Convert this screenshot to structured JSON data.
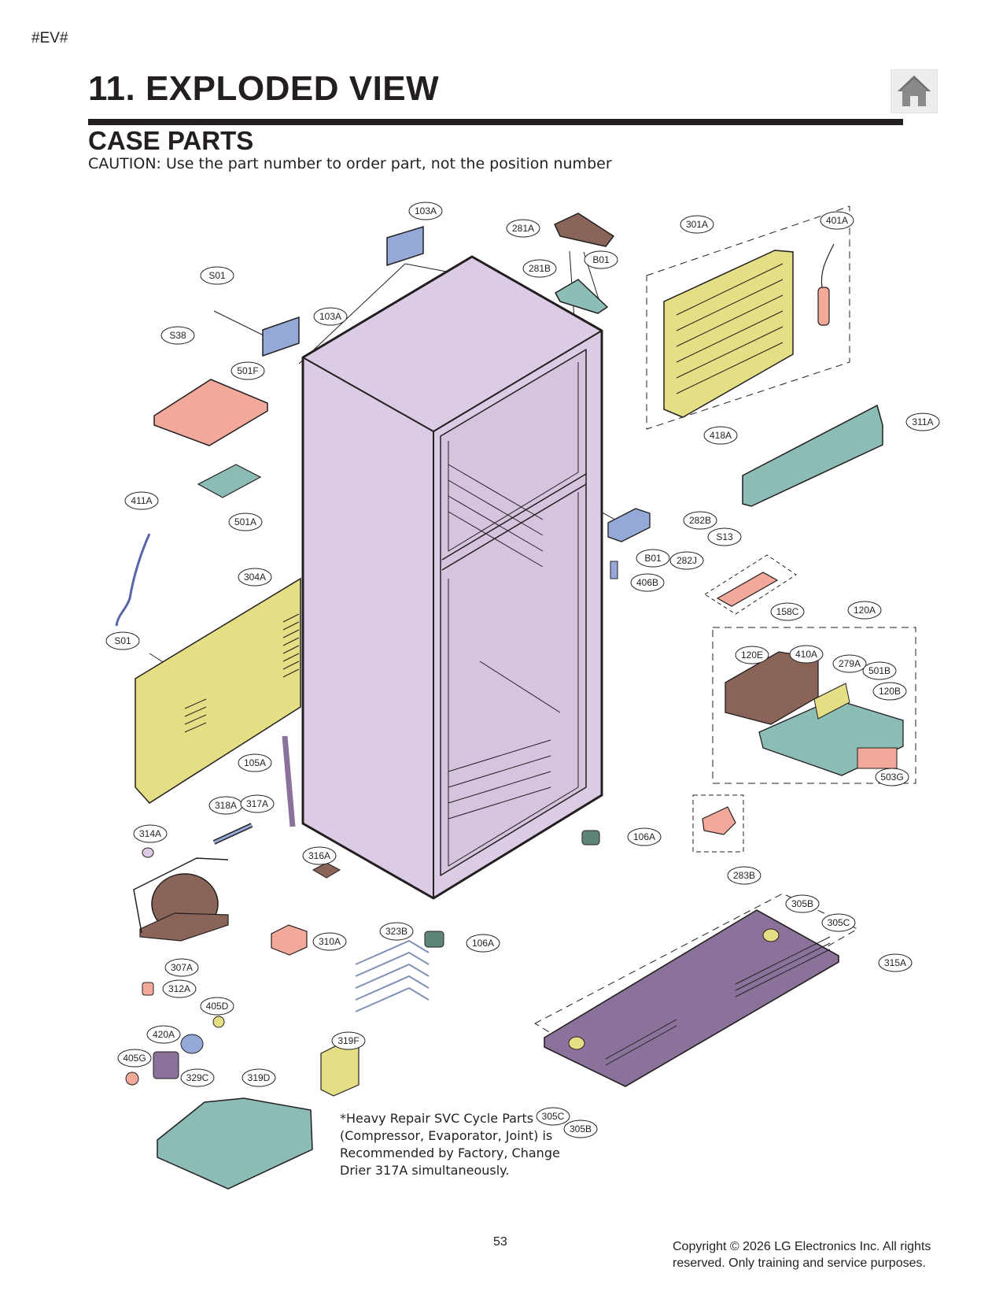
{
  "header": {
    "tag": "#EV#",
    "title": "11. EXPLODED VIEW",
    "subtitle": "CASE PARTS",
    "caution": "CAUTION: Use the part number to order part, not the position number"
  },
  "icons": {
    "home": "home-icon"
  },
  "colors": {
    "cabinet": "#dccbe4",
    "yellow_part": "#e4df84",
    "pink_part": "#f2a999",
    "blue_part": "#94a9d8",
    "teal_part": "#8cbcb6",
    "brown_part": "#8a6459",
    "purple_base": "#8a729a"
  },
  "parts": [
    {
      "id": "p103A_1",
      "label": "103A"
    },
    {
      "id": "p281A",
      "label": "281A"
    },
    {
      "id": "p301A",
      "label": "301A"
    },
    {
      "id": "p401A",
      "label": "401A"
    },
    {
      "id": "pB01_1",
      "label": "B01"
    },
    {
      "id": "p281B",
      "label": "281B"
    },
    {
      "id": "pS01_1",
      "label": "S01"
    },
    {
      "id": "p103A_2",
      "label": "103A"
    },
    {
      "id": "pS38",
      "label": "S38"
    },
    {
      "id": "p501F",
      "label": "501F"
    },
    {
      "id": "p418A",
      "label": "418A"
    },
    {
      "id": "p311A",
      "label": "311A"
    },
    {
      "id": "p411A",
      "label": "411A"
    },
    {
      "id": "p501A",
      "label": "501A"
    },
    {
      "id": "p282B",
      "label": "282B"
    },
    {
      "id": "pS13",
      "label": "S13"
    },
    {
      "id": "pB01_2",
      "label": "B01"
    },
    {
      "id": "p282J",
      "label": "282J"
    },
    {
      "id": "p304A",
      "label": "304A"
    },
    {
      "id": "p406B",
      "label": "406B"
    },
    {
      "id": "p158C",
      "label": "158C"
    },
    {
      "id": "p120A",
      "label": "120A"
    },
    {
      "id": "pS01_2",
      "label": "S01"
    },
    {
      "id": "p120E",
      "label": "120E"
    },
    {
      "id": "p410A",
      "label": "410A"
    },
    {
      "id": "p279A",
      "label": "279A"
    },
    {
      "id": "p501B",
      "label": "501B"
    },
    {
      "id": "p120B",
      "label": "120B"
    },
    {
      "id": "p105A",
      "label": "105A"
    },
    {
      "id": "p503G",
      "label": "503G"
    },
    {
      "id": "p318A",
      "label": "318A"
    },
    {
      "id": "p317A",
      "label": "317A"
    },
    {
      "id": "p314A",
      "label": "314A"
    },
    {
      "id": "p106A_1",
      "label": "106A"
    },
    {
      "id": "p316A",
      "label": "316A"
    },
    {
      "id": "p283B",
      "label": "283B"
    },
    {
      "id": "p305B_1",
      "label": "305B"
    },
    {
      "id": "p305C_1",
      "label": "305C"
    },
    {
      "id": "p323B",
      "label": "323B"
    },
    {
      "id": "p310A",
      "label": "310A"
    },
    {
      "id": "p106A_2",
      "label": "106A"
    },
    {
      "id": "p315A",
      "label": "315A"
    },
    {
      "id": "p307A",
      "label": "307A"
    },
    {
      "id": "p312A",
      "label": "312A"
    },
    {
      "id": "p405D",
      "label": "405D"
    },
    {
      "id": "p420A",
      "label": "420A"
    },
    {
      "id": "p319F",
      "label": "319F"
    },
    {
      "id": "p405G",
      "label": "405G"
    },
    {
      "id": "p329C",
      "label": "329C"
    },
    {
      "id": "p319D",
      "label": "319D"
    },
    {
      "id": "p305C_2",
      "label": "305C"
    },
    {
      "id": "p305B_2",
      "label": "305B"
    }
  ],
  "note": {
    "line1": "*Heavy Repair SVC Cycle Parts",
    "line2": "(Compressor, Evaporator, Joint) is",
    "line3": "Recommended by Factory, Change",
    "line4": "Drier 317A simultaneously."
  },
  "footer": {
    "page_number": "53",
    "copyright_line1": "Copyright © 2026 LG Electronics Inc. All rights",
    "copyright_line2": "reserved. Only training and service purposes."
  }
}
